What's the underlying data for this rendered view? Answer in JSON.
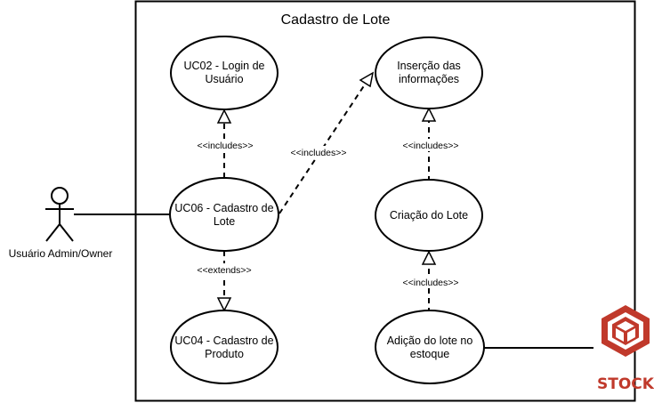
{
  "system": {
    "title": "Cadastro de Lote"
  },
  "actors": {
    "admin": {
      "label": "Usuário Admin/Owner"
    },
    "stock": {
      "label": "STOCK",
      "icon": "stock-logo-icon",
      "color": "#c0392b"
    }
  },
  "use_cases": {
    "uc02": {
      "line1": "UC02 - Login de",
      "line2": "Usuário"
    },
    "insercao": {
      "line1": "Inserção das",
      "line2": "informações"
    },
    "uc06": {
      "line1": "UC06 - Cadastro de",
      "line2": "Lote"
    },
    "criacao": {
      "line1": "Criação do Lote"
    },
    "uc04": {
      "line1": "UC04 - Cadastro de",
      "line2": "Produto"
    },
    "adicao": {
      "line1": "Adição do lote no",
      "line2": "estoque"
    }
  },
  "relations": {
    "uc06_uc02": "<<includes>>",
    "uc06_insercao": "<<includes>>",
    "criacao_insercao": "<<includes>>",
    "adicao_criacao": "<<includes>>",
    "uc06_uc04": "<<extends>>"
  }
}
